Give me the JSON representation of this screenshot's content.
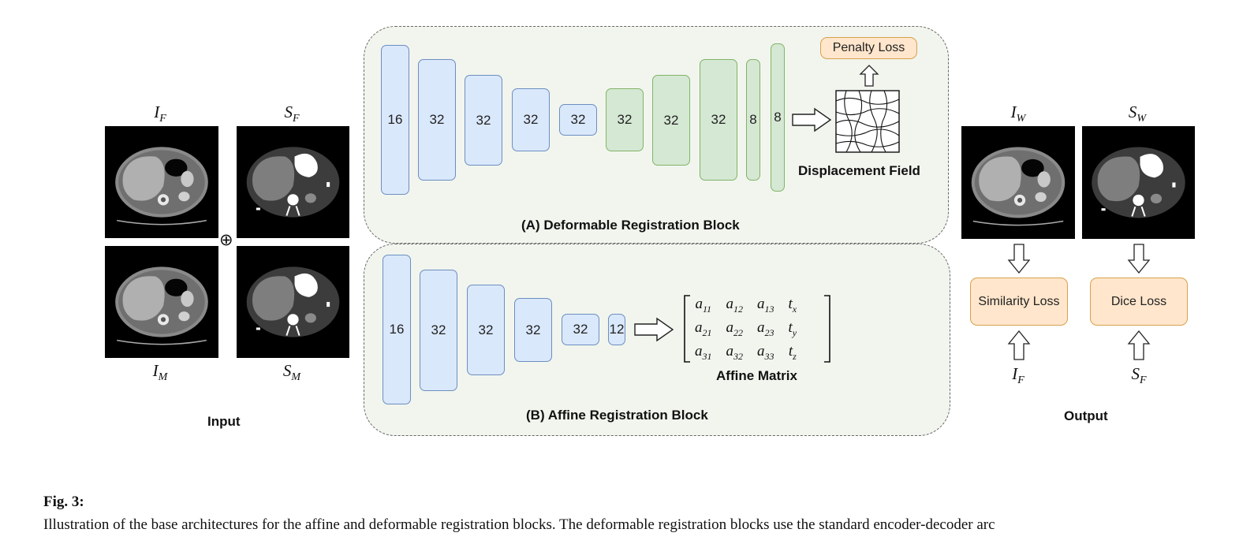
{
  "input": {
    "label": "Input",
    "fixed_image": {
      "symbol": "I",
      "sub": "F"
    },
    "fixed_seg": {
      "symbol": "S",
      "sub": "F"
    },
    "moving_image": {
      "symbol": "I",
      "sub": "M"
    },
    "moving_seg": {
      "symbol": "S",
      "sub": "M"
    },
    "concat_symbol": "⊕"
  },
  "deformable_block": {
    "title": "(A) Deformable Registration Block",
    "encoder_channels": [
      "16",
      "32",
      "32",
      "32",
      "32"
    ],
    "decoder_channels": [
      "32",
      "32",
      "32",
      "8",
      "8"
    ],
    "output_label": "Displacement Field",
    "penalty_loss": "Penalty Loss"
  },
  "affine_block": {
    "title": "(B) Affine Registration Block",
    "encoder_channels": [
      "16",
      "32",
      "32",
      "32",
      "32",
      "12"
    ],
    "output_label": "Affine Matrix",
    "matrix": [
      [
        {
          "s": "a",
          "sub": "11"
        },
        {
          "s": "a",
          "sub": "12"
        },
        {
          "s": "a",
          "sub": "13"
        },
        {
          "s": "t",
          "sub": "x"
        }
      ],
      [
        {
          "s": "a",
          "sub": "21"
        },
        {
          "s": "a",
          "sub": "22"
        },
        {
          "s": "a",
          "sub": "23"
        },
        {
          "s": "t",
          "sub": "y"
        }
      ],
      [
        {
          "s": "a",
          "sub": "31"
        },
        {
          "s": "a",
          "sub": "32"
        },
        {
          "s": "a",
          "sub": "33"
        },
        {
          "s": "t",
          "sub": "z"
        }
      ]
    ]
  },
  "output": {
    "label": "Output",
    "warped_image": {
      "symbol": "I",
      "sub": "W"
    },
    "warped_seg": {
      "symbol": "S",
      "sub": "W"
    },
    "similarity_loss": "Similarity Loss",
    "dice_loss": "Dice Loss",
    "similarity_ref": {
      "symbol": "I",
      "sub": "F"
    },
    "dice_ref": {
      "symbol": "S",
      "sub": "F"
    }
  },
  "caption": {
    "title": "Fig. 3:",
    "text": "Illustration of the base architectures for the affine and deformable registration blocks. The deformable registration blocks use the standard encoder-decoder arc"
  },
  "colors": {
    "encoder": "#dae8fc",
    "decoder": "#d5e8d4",
    "loss": "#ffe6cc",
    "panel": "#f1f5ee"
  }
}
